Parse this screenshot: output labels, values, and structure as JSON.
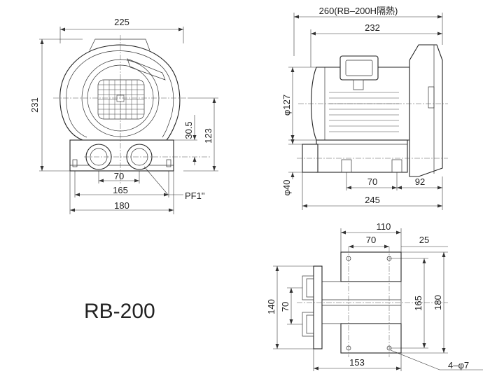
{
  "model": "RB-200",
  "front_view": {
    "overall_width": "225",
    "overall_height": "231",
    "outlet_center_height": "30.5",
    "center_height": "123",
    "port_spacing": "70",
    "base_hole_spacing": "165",
    "base_width": "180",
    "port_thread": "PF1\""
  },
  "side_view": {
    "length_heat_insulated": "260(RB–200H隔熱)",
    "length": "232",
    "motor_diameter": "φ127",
    "port_diameter": "φ40",
    "base_hole_spacing": "70",
    "base_offset": "92",
    "overall_length": "245"
  },
  "base_view": {
    "width": "110",
    "hole_spacing_x": "70",
    "edge_offset": "25",
    "port_spacing": "140",
    "inner_spacing": "70",
    "hole_spacing_y": "165",
    "overall_depth": "180",
    "base_length": "153",
    "mounting_holes": "4–φ7"
  }
}
